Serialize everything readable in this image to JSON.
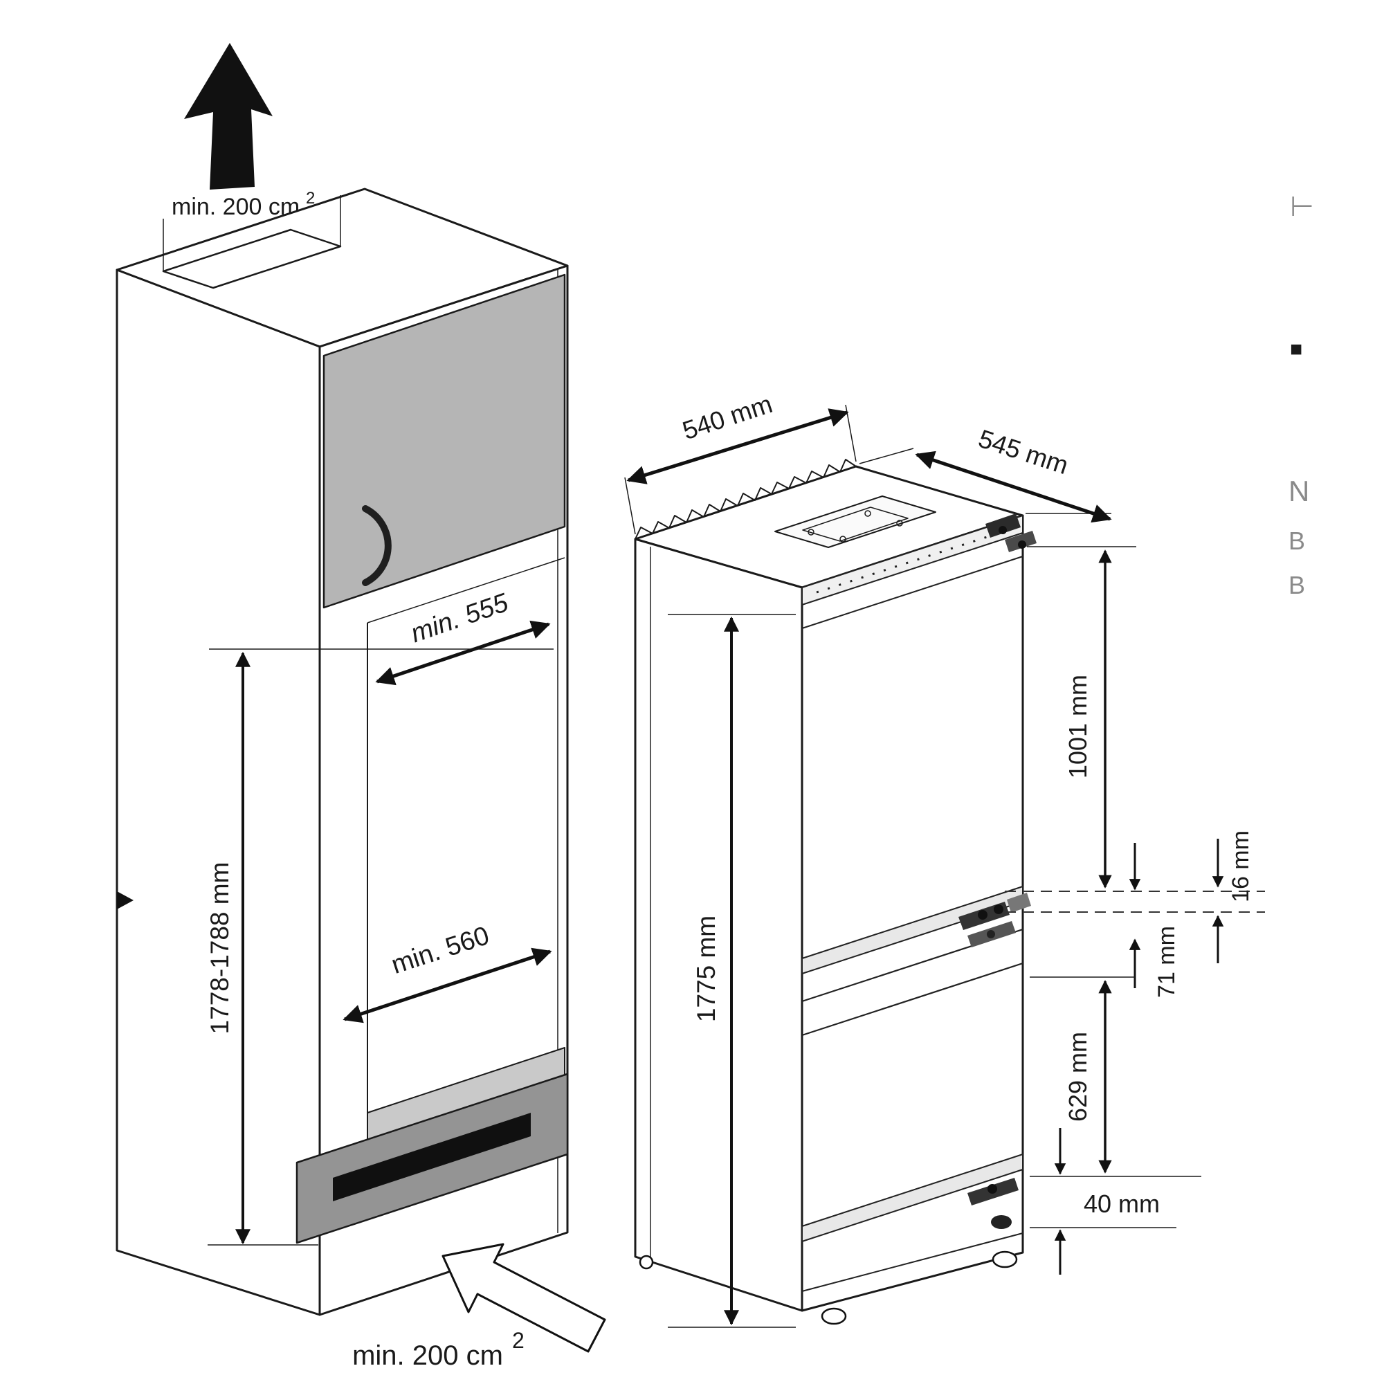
{
  "diagram": {
    "kind": "built-in fridge installation dimensions",
    "colors": {
      "line": "#1a1a1a",
      "door_gray": "#b5b5b5",
      "plinth_gray": "#949494",
      "slot_black": "#101010"
    },
    "left_figure": {
      "top_clearance": {
        "text": "min. 200 cm",
        "sup": "2"
      },
      "bottom_clearance": {
        "text": "min. 200 cm",
        "sup": "2"
      },
      "niche_depth": "min. 555",
      "niche_width": "min. 560",
      "niche_height": "1778-1788 mm"
    },
    "right_figure": {
      "width": "540 mm",
      "depth": "545 mm",
      "height": "1775 mm",
      "upper_section": "1001 mm",
      "hinge_gap": "16 mm",
      "hinge_offset": "71 mm",
      "lower_section": "629 mm",
      "base_height": "40 mm"
    },
    "edge_artifacts": [
      "⊢",
      "■",
      "N",
      "B",
      "B"
    ]
  }
}
